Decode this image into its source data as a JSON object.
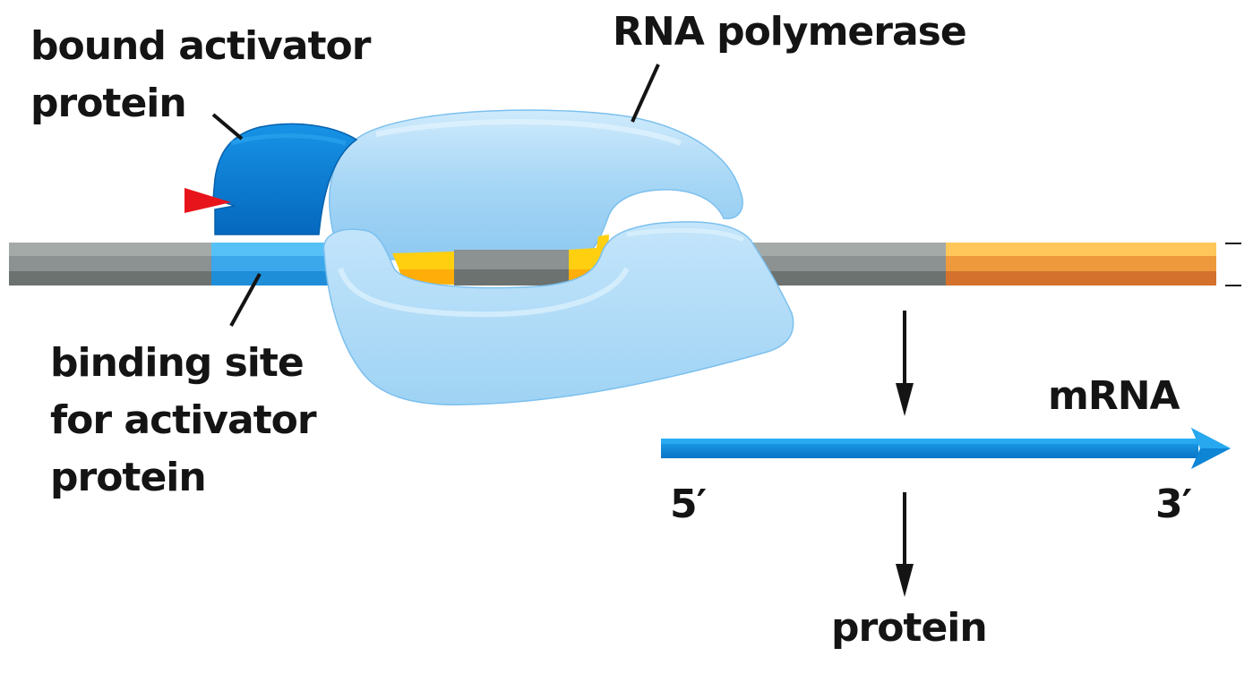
{
  "diagram": {
    "title": "Activator protein binding and transcription initiation",
    "labels": {
      "bound_activator_line1": "bound activator",
      "bound_activator_line2": "protein",
      "rna_polymerase": "RNA polymerase",
      "binding_site_line1": "binding site",
      "binding_site_line2": "for activator",
      "binding_site_line3": "protein",
      "mrna": "mRNA",
      "five_prime": "5′",
      "three_prime": "3′",
      "protein_product": "protein"
    },
    "colors": {
      "activator_protein": "#0a7ad3",
      "activator_signal": "#e8141c",
      "rna_polymerase": "#a9d8f6",
      "dna_gray": "#8c9191",
      "binding_site": "#3fa9ea",
      "coding_region": "#ee9a3c",
      "melted_dna": "#ffc200",
      "mrna_arrow": "#0f86d6",
      "arrow_black": "#141414"
    }
  }
}
